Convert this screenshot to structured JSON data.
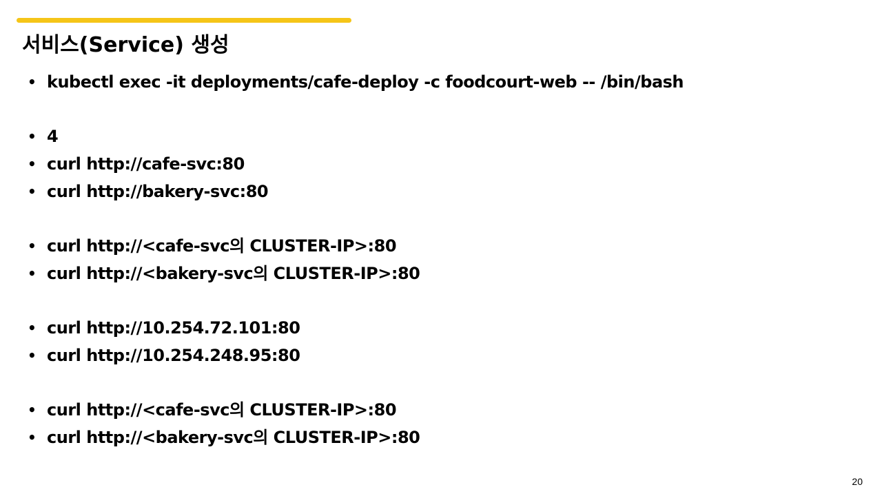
{
  "slide": {
    "title": "서비스(Service) 생성",
    "accent_color": "#F5C518",
    "bullet_symbol": "•",
    "page_number": "20"
  },
  "items": [
    "kubectl exec -it deployments/cafe-deploy -c foodcourt-web -- /bin/bash",
    "",
    "4",
    "curl http://cafe-svc:80",
    "curl http://bakery-svc:80",
    "",
    "curl http://<cafe-svc의 CLUSTER-IP>:80",
    "curl http://<bakery-svc의 CLUSTER-IP>:80",
    "",
    "curl http://10.254.72.101:80",
    "curl http://10.254.248.95:80",
    "",
    "curl http://<cafe-svc의 CLUSTER-IP>:80",
    "curl http://<bakery-svc의 CLUSTER-IP>:80"
  ]
}
